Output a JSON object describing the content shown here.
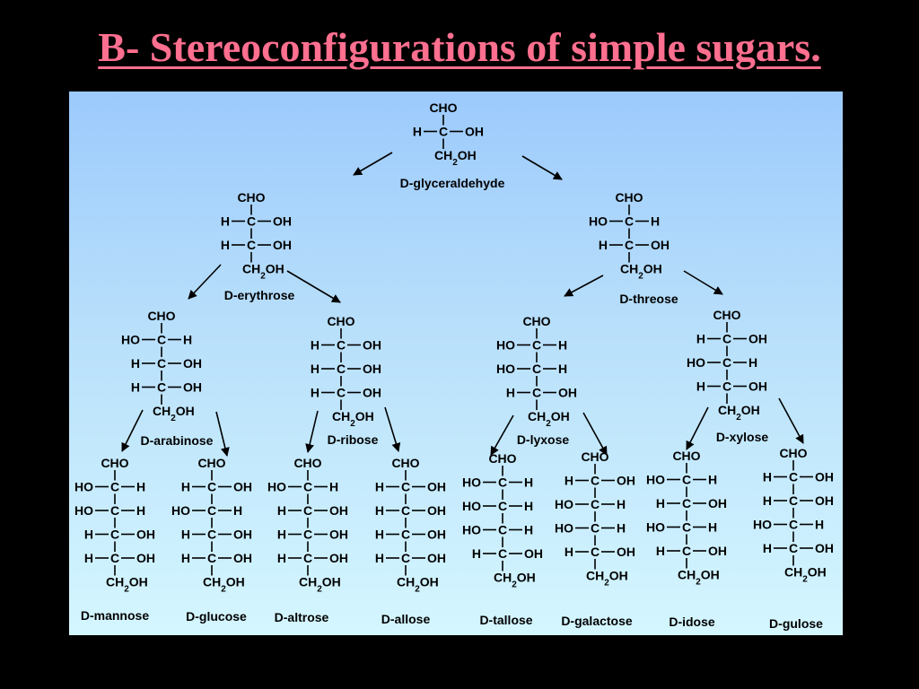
{
  "slide": {
    "title": "B- Stereoconfigurations of simple sugars."
  },
  "labels": {
    "aldehyde": "CHO",
    "carbon": "C",
    "hydrogen": "H",
    "hydroxyl": "OH",
    "hydroxyl_left": "HO",
    "ch2oh_main": "CH",
    "ch2oh_sub": "2",
    "ch2oh_tail": "OH"
  },
  "molecules": [
    {
      "name": "D-glyceraldehyde",
      "oh_sides": [
        "R"
      ]
    },
    {
      "name": "D-erythrose",
      "oh_sides": [
        "R",
        "R"
      ]
    },
    {
      "name": "D-threose",
      "oh_sides": [
        "L",
        "R"
      ]
    },
    {
      "name": "D-arabinose",
      "oh_sides": [
        "L",
        "R",
        "R"
      ]
    },
    {
      "name": "D-ribose",
      "oh_sides": [
        "R",
        "R",
        "R"
      ]
    },
    {
      "name": "D-lyxose",
      "oh_sides": [
        "L",
        "L",
        "R"
      ]
    },
    {
      "name": "D-xylose",
      "oh_sides": [
        "R",
        "L",
        "R"
      ]
    },
    {
      "name": "D-mannose",
      "oh_sides": [
        "L",
        "L",
        "R",
        "R"
      ]
    },
    {
      "name": "D-glucose",
      "oh_sides": [
        "R",
        "L",
        "R",
        "R"
      ]
    },
    {
      "name": "D-altrose",
      "oh_sides": [
        "L",
        "R",
        "R",
        "R"
      ]
    },
    {
      "name": "D-allose",
      "oh_sides": [
        "R",
        "R",
        "R",
        "R"
      ]
    },
    {
      "name": "D-tallose",
      "oh_sides": [
        "L",
        "L",
        "L",
        "R"
      ]
    },
    {
      "name": "D-galactose",
      "oh_sides": [
        "R",
        "L",
        "L",
        "R"
      ]
    },
    {
      "name": "D-idose",
      "oh_sides": [
        "L",
        "R",
        "L",
        "R"
      ]
    },
    {
      "name": "D-gulose",
      "oh_sides": [
        "R",
        "R",
        "L",
        "R"
      ]
    }
  ]
}
